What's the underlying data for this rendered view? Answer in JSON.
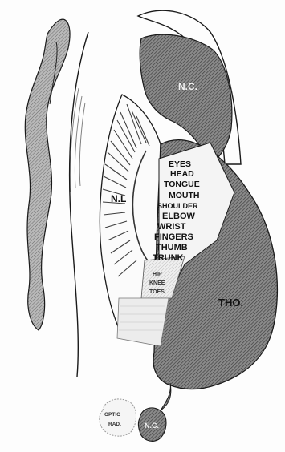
{
  "regions": {
    "nc_top": "N.C.",
    "nc_left": "N.L",
    "tho": "THO.",
    "nc_bottom": "N.C.",
    "optic_a": "OPTIC",
    "optic_b": "RAD."
  },
  "body_parts": [
    "EYES",
    "HEAD",
    "TONGUE",
    "MOUTH",
    "SHOULDER",
    "ELBOW",
    "WRIST",
    "FINGERS",
    "THUMB",
    "TRUNK"
  ],
  "lower_labels": [
    "HIP",
    "KNEE",
    "TOES"
  ],
  "colors": {
    "outline": "#1a1a1a",
    "hatch_dark": "#6e6e6e",
    "hatch_light": "#d9d9d9",
    "fiber": "#444444"
  }
}
